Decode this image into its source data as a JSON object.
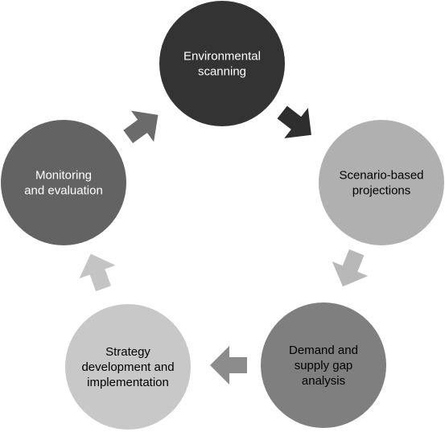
{
  "diagram": {
    "type": "cycle",
    "nodes": [
      {
        "id": "environmental-scanning",
        "lines": [
          "Environmental",
          "scanning"
        ],
        "fill": "#333333",
        "text_color": "#ffffff"
      },
      {
        "id": "scenario-projections",
        "lines": [
          "Scenario-based",
          "projections"
        ],
        "fill": "#b0b0b0",
        "text_color": "#000000"
      },
      {
        "id": "demand-supply-gap",
        "lines": [
          "Demand and",
          "supply gap",
          "analysis"
        ],
        "fill": "#7f7f7f",
        "text_color": "#000000"
      },
      {
        "id": "strategy-development",
        "lines": [
          "Strategy",
          "development and",
          "implementation"
        ],
        "fill": "#c8c8c8",
        "text_color": "#000000"
      },
      {
        "id": "monitoring-evaluation",
        "lines": [
          "Monitoring",
          "and evaluation"
        ],
        "fill": "#636363",
        "text_color": "#ffffff"
      }
    ],
    "arrows": [
      {
        "from": "environmental-scanning",
        "to": "scenario-projections",
        "fill": "#2e2e2e"
      },
      {
        "from": "scenario-projections",
        "to": "demand-supply-gap",
        "fill": "#b8b8b8"
      },
      {
        "from": "demand-supply-gap",
        "to": "strategy-development",
        "fill": "#8c8c8c"
      },
      {
        "from": "strategy-development",
        "to": "monitoring-evaluation",
        "fill": "#c4c4c4"
      },
      {
        "from": "monitoring-evaluation",
        "to": "environmental-scanning",
        "fill": "#6b6b6b"
      }
    ]
  }
}
